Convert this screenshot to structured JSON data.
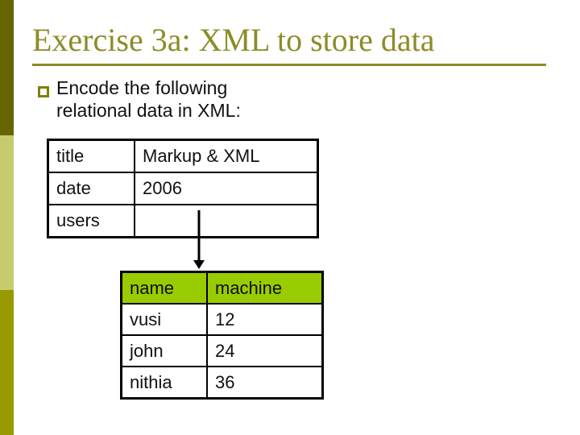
{
  "slide": {
    "title": "Exercise 3a: XML to store data",
    "bullet": {
      "line1": "Encode the following",
      "line2": "relational data in XML:"
    }
  },
  "record_table": {
    "rows": [
      {
        "field": "title",
        "value": "Markup & XML"
      },
      {
        "field": "date",
        "value": "2006"
      },
      {
        "field": "users",
        "value": ""
      }
    ]
  },
  "users_table": {
    "headers": [
      "name",
      "machine"
    ],
    "rows": [
      {
        "name": "vusi",
        "machine": "12"
      },
      {
        "name": "john",
        "machine": "24"
      },
      {
        "name": "nithia",
        "machine": "36"
      }
    ]
  },
  "icons": {
    "bullet": "square-outline-bullet",
    "arrow": "down-arrow"
  },
  "colors": {
    "title_color": "#8c8c28",
    "bullet_color": "#808000",
    "sidebar_top": "#666600",
    "sidebar_middle": "#c6cb6d",
    "sidebar_bottom": "#999900",
    "table_header_bg": "#99cc00",
    "table_border": "#000000",
    "background": "#ffffff"
  }
}
